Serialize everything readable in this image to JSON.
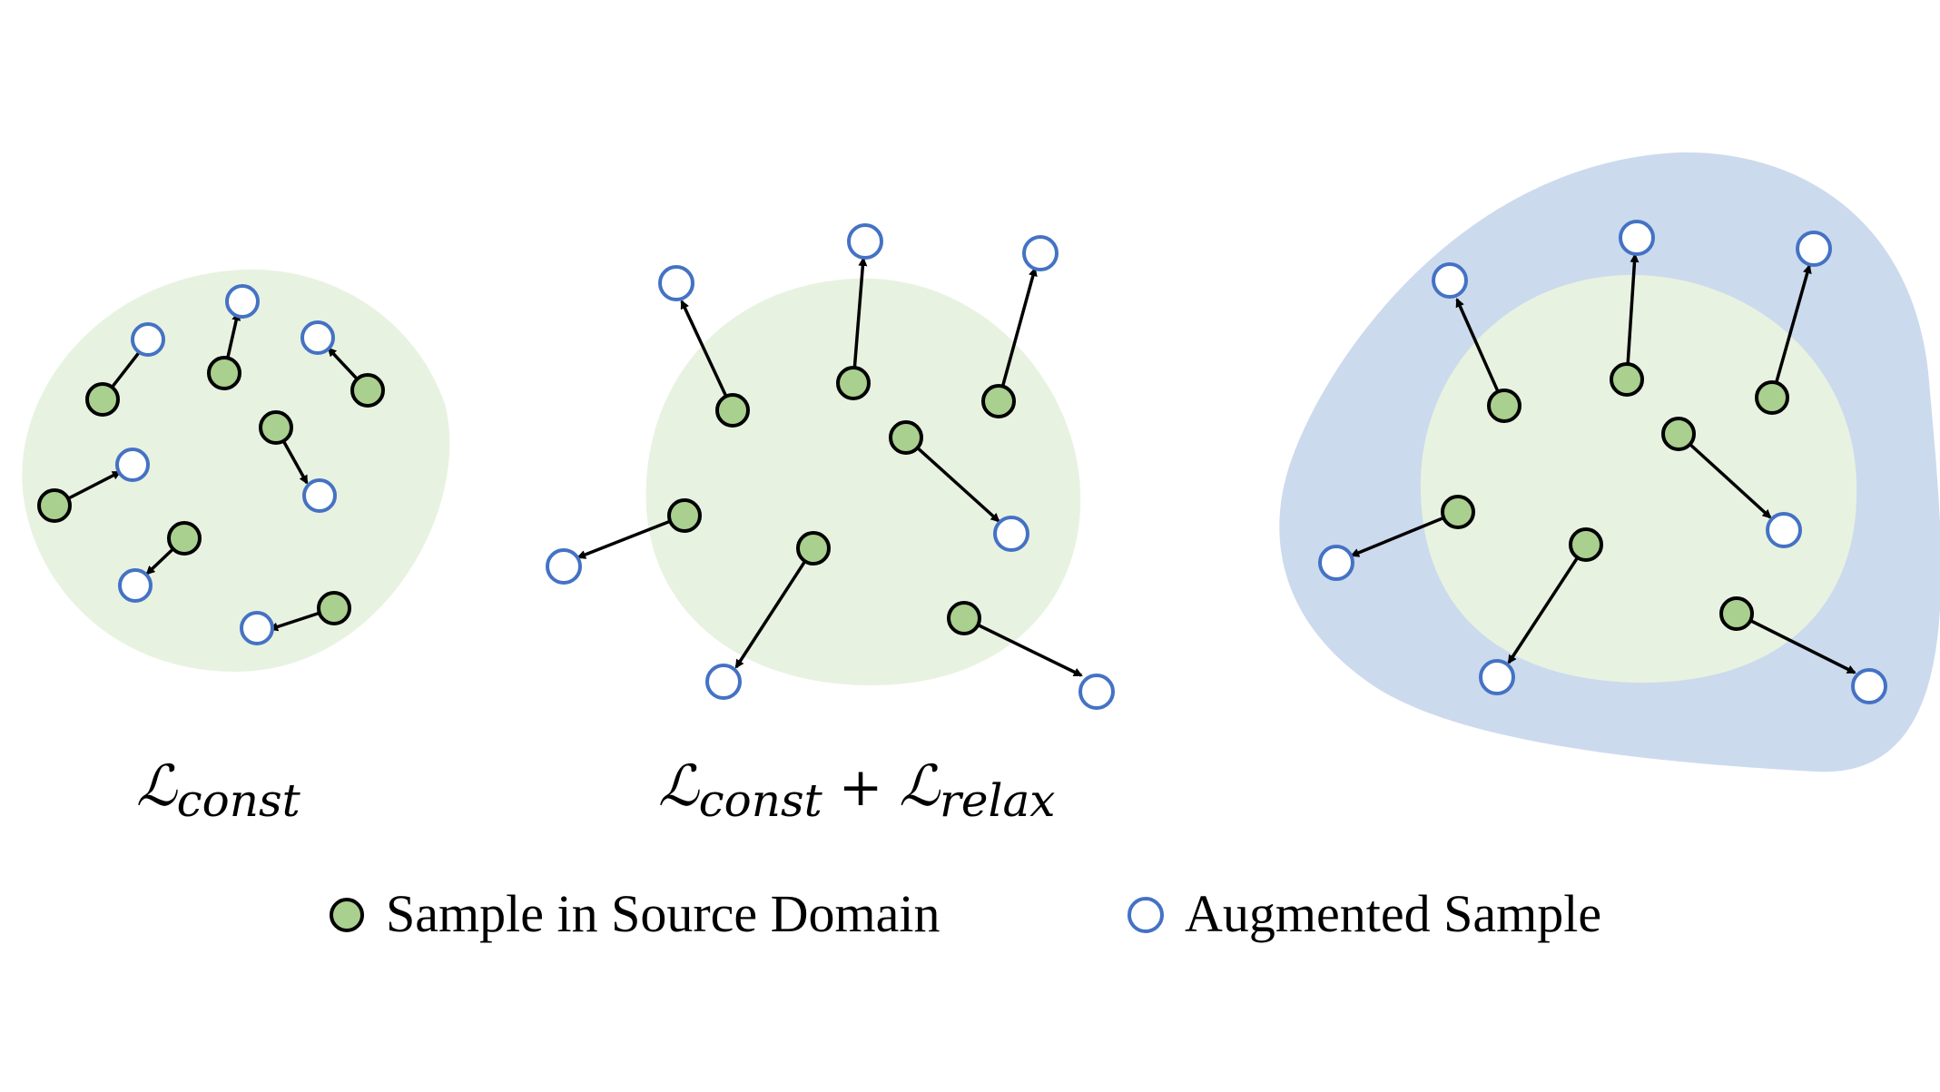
{
  "colors": {
    "source_fill": "#a9d08e",
    "source_stroke": "#000000",
    "augmented_fill": "#ffffff",
    "augmented_stroke": "#4472c4",
    "source_region": "#e8f2e0",
    "expanded_region": "#ccdaee",
    "arrow": "#000000"
  },
  "panels": [
    {
      "label_symbol": "ℒ",
      "label_sub": "const",
      "label_plus": "",
      "label_symbol2": "",
      "label_sub2": ""
    },
    {
      "label_symbol": "ℒ",
      "label_sub": "const",
      "label_plus": "+",
      "label_symbol2": "ℒ",
      "label_sub2": "relax"
    },
    {
      "label_symbol": "",
      "label_sub": "",
      "label_plus": "",
      "label_symbol2": "",
      "label_sub2": ""
    }
  ],
  "legend": {
    "source_label": "Sample in Source Domain",
    "augmented_label": "Augmented Sample"
  }
}
